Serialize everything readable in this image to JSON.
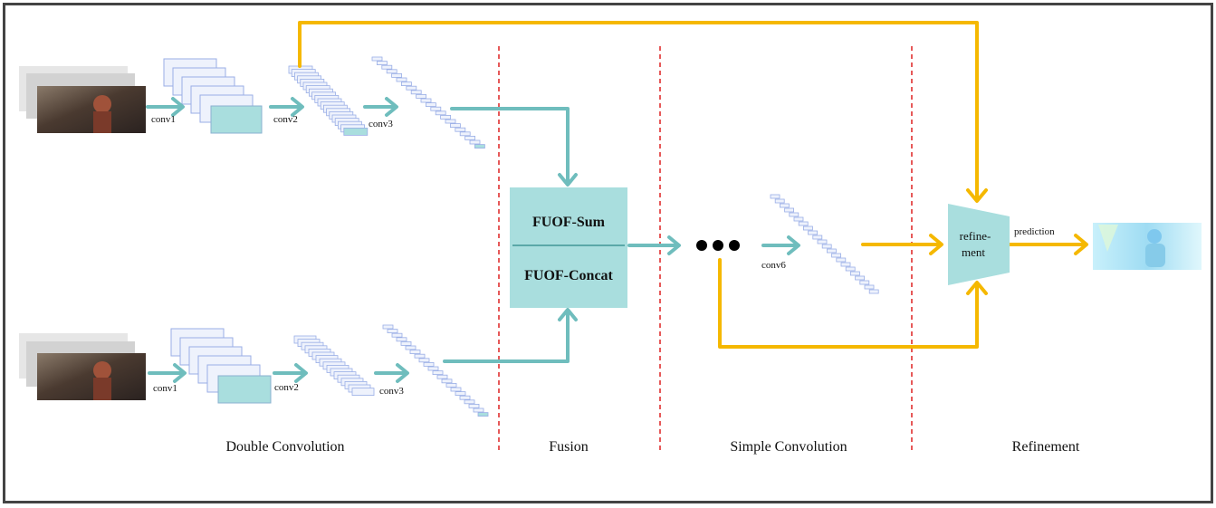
{
  "labels": {
    "conv1_top": "conv1",
    "conv2_top": "conv2",
    "conv3_top": "conv3",
    "conv1_bottom": "conv1",
    "conv2_bottom": "conv2",
    "conv3_bottom": "conv3",
    "conv6": "conv6",
    "fuof_sum": "FUOF-Sum",
    "fuof_concat": "FUOF-Concat",
    "refinement_line1": "refine-",
    "refinement_line2": "ment",
    "prediction": "prediction"
  },
  "sections": {
    "double_convolution": "Double Convolution",
    "fusion": "Fusion",
    "simple_convolution": "Simple Convolution",
    "refinement": "Refinement"
  },
  "colors": {
    "teal_arrow": "#6fbdbd",
    "yellow_arrow": "#f5b800",
    "fusion_box": "#a9dede",
    "feature_box_fill": "#eef2fc",
    "feature_box_stroke": "#9aaee6",
    "separator": "#dd2222",
    "frame": "#444444"
  }
}
